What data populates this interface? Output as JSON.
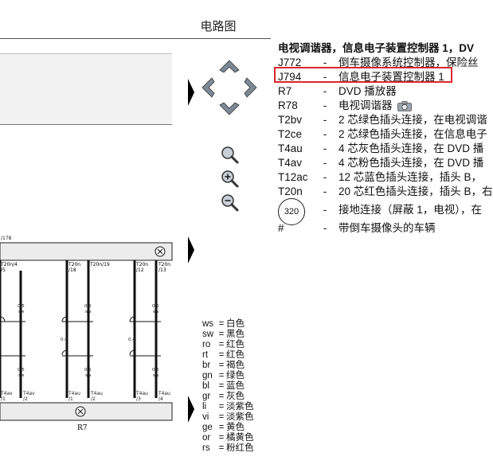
{
  "page": {
    "title": "电路图"
  },
  "legend": {
    "heading": "电视调谐器，信息电子装置控制器 1，DV",
    "rows": [
      {
        "code": "J772",
        "dash": "-",
        "desc": "倒车摄像系统控制器，保险丝"
      },
      {
        "code": "J794",
        "dash": "-",
        "desc": "信息电子装置控制器 1"
      },
      {
        "code": "R7",
        "dash": "-",
        "desc": "DVD 播放器"
      },
      {
        "code": "R78",
        "dash": "-",
        "desc": "电视调谐器"
      },
      {
        "code": "T2bv",
        "dash": "-",
        "desc": "2 芯绿色插头连接，在电视调谐"
      },
      {
        "code": "T2ce",
        "dash": "-",
        "desc": "2 芯绿色插头连接，在信息电子"
      },
      {
        "code": "T4au",
        "dash": "-",
        "desc": "4 芯灰色插头连接，在 DVD 播"
      },
      {
        "code": "T4av",
        "dash": "-",
        "desc": "4 芯粉色插头连接，在 DVD 播"
      },
      {
        "code": "T12ac",
        "dash": "-",
        "desc": "12 芯蓝色插头连接，插头 B，"
      },
      {
        "code": "T20n",
        "dash": "-",
        "desc": "20 芯红色插头连接，插头 B，右"
      }
    ],
    "ground": {
      "number": "320",
      "dash": "-",
      "desc": "接地连接（屏蔽 1，电视），在"
    },
    "hash": {
      "code": "#",
      "dash": "-",
      "desc": "带倒车摄像头的车辆"
    }
  },
  "diagram": {
    "wire_ref_top": "/178",
    "connectors_top": [
      "T20n/4",
      "T20n",
      "T20n/19",
      "T20n",
      "T20n"
    ],
    "pin_labels_top": [
      "/5",
      "/18",
      "/12",
      "/13"
    ],
    "wire_gauge": "0,5",
    "wire_color": "sw",
    "middle_gauge": "0,4",
    "connectors_bottom": [
      "T4av",
      "T4av",
      "T4au",
      "T4au",
      "T4au",
      "T4au"
    ],
    "pin_labels_bottom": [
      "/1",
      "/2",
      "/1",
      "/2",
      "/3",
      "/4"
    ],
    "component_label": "R7"
  },
  "color_codes": [
    {
      "code": "ws",
      "name": "白色"
    },
    {
      "code": "sw",
      "name": "黑色"
    },
    {
      "code": "ro",
      "name": "红色"
    },
    {
      "code": "rt",
      "name": "红色"
    },
    {
      "code": "br",
      "name": "褐色"
    },
    {
      "code": "gn",
      "name": "绿色"
    },
    {
      "code": "bl",
      "name": "蓝色"
    },
    {
      "code": "gr",
      "name": "灰色"
    },
    {
      "code": "li",
      "name": "淡紫色"
    },
    {
      "code": "vi",
      "name": "淡紫色"
    },
    {
      "code": "ge",
      "name": "黄色"
    },
    {
      "code": "or",
      "name": "橘黄色"
    },
    {
      "code": "rs",
      "name": "粉红色"
    }
  ],
  "color_equals": "=",
  "colors": {
    "highlight": "#d9262b",
    "pad": "#9aa4ae"
  }
}
